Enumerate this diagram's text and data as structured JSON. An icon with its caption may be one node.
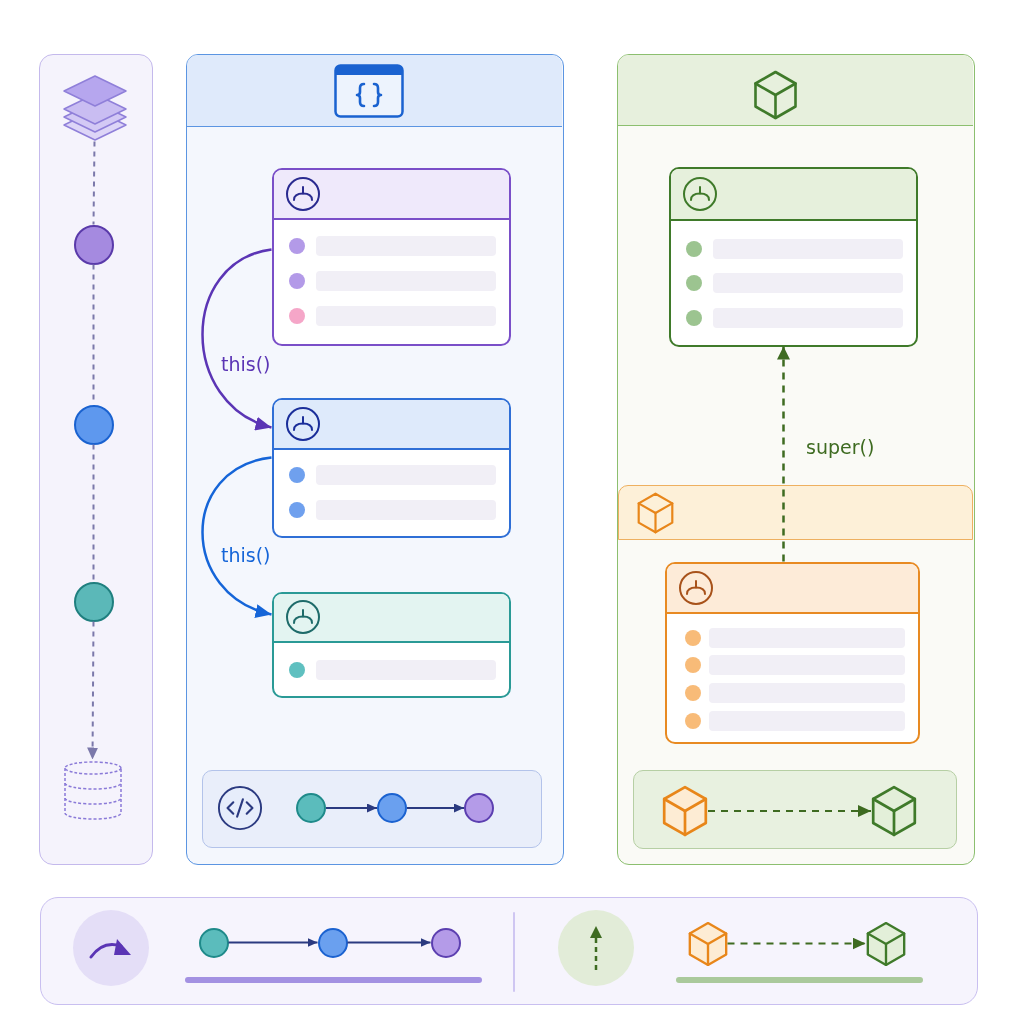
{
  "diagram": {
    "nodes": [
      {
        "text": [],
        "shape": "box"
      },
      {
        "text": [],
        "shape": "picture",
        "in": 0
      },
      {
        "text": [],
        "shape": "circle",
        "in": 0
      },
      {
        "text": [],
        "shape": "circle",
        "in": 0
      },
      {
        "text": [],
        "shape": "circle",
        "in": 0
      },
      {
        "text": [],
        "shape": "cylinder",
        "in": 0
      },
      {
        "text": [],
        "shape": "box"
      },
      {
        "text": [],
        "shape": "box",
        "in": 6
      },
      {
        "text": [],
        "shape": "box",
        "in": 6
      },
      {
        "text": [],
        "shape": "box",
        "in": 6
      },
      {
        "text": [],
        "shape": "box",
        "in": 6
      },
      {
        "text": [],
        "shape": "circle",
        "in": 10
      },
      {
        "text": [],
        "shape": "circle",
        "in": 10
      },
      {
        "text": [],
        "shape": "circle",
        "in": 10
      },
      {
        "text": [],
        "shape": "box"
      },
      {
        "text": [],
        "shape": "box",
        "in": 14
      },
      {
        "text": [],
        "shape": "box",
        "in": 14
      },
      {
        "text": [],
        "shape": "box",
        "in": 14
      },
      {
        "text": [],
        "shape": "cube",
        "in": 17
      },
      {
        "text": [],
        "shape": "cube",
        "in": 17
      },
      {
        "text": [],
        "shape": "box"
      },
      {
        "text": [],
        "shape": "circle",
        "in": 20
      },
      {
        "text": [],
        "shape": "circle",
        "in": 20
      },
      {
        "text": [],
        "shape": "circle",
        "in": 20
      },
      {
        "text": [],
        "shape": "cube",
        "in": 20
      },
      {
        "text": [],
        "shape": "cube",
        "in": 20
      }
    ],
    "edges": [
      {
        "from": 1,
        "to": 2,
        "arrow": "none",
        "style": "dashed",
        "color": "#7b78aa"
      },
      {
        "from": 2,
        "to": 3,
        "arrow": "none",
        "style": "dashed",
        "color": "#7b78aa"
      },
      {
        "from": 3,
        "to": 4,
        "arrow": "none",
        "style": "dashed",
        "color": "#7b78aa"
      },
      {
        "from": 4,
        "to": 5,
        "arrow": "to",
        "style": "dashed",
        "color": "#7b78aa"
      },
      {
        "from": 7,
        "to": 8,
        "arrow": "to",
        "label": "this()",
        "color": "#5b35b5"
      },
      {
        "from": 8,
        "to": 9,
        "arrow": "to",
        "label": "this()",
        "color": "#1565d8"
      },
      {
        "from": 11,
        "to": 12,
        "arrow": "to"
      },
      {
        "from": 12,
        "to": 13,
        "arrow": "to"
      },
      {
        "from": 16,
        "to": 15,
        "arrow": "to",
        "label": "super()",
        "style": "dashed",
        "color": "#3e6b21"
      },
      {
        "from": 18,
        "to": 19,
        "arrow": "to",
        "style": "dashed",
        "color": "#3e6b21"
      },
      {
        "from": 21,
        "to": 22,
        "arrow": "to"
      },
      {
        "from": 22,
        "to": 23,
        "arrow": "to"
      },
      {
        "from": 24,
        "to": 25,
        "arrow": "to",
        "style": "dashed",
        "color": "#3e6b21"
      }
    ]
  }
}
